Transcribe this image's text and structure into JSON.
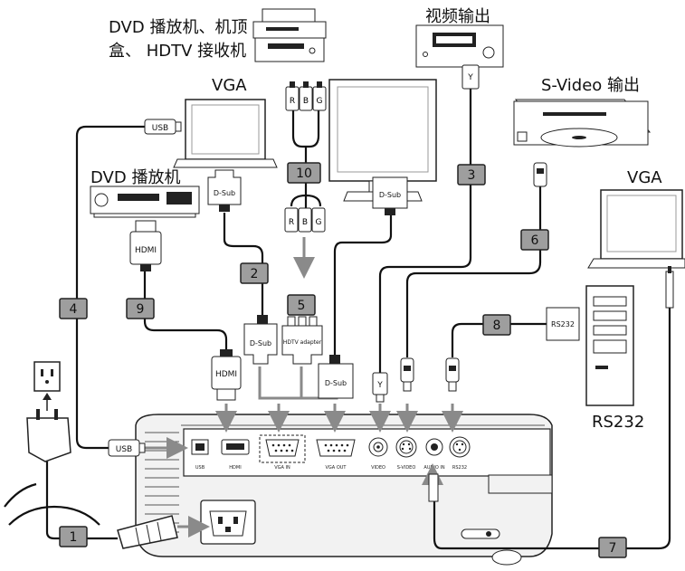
{
  "labels": {
    "dvd_stb_line1": "DVD 播放机、机顶",
    "dvd_stb_line2": "盒、 HDTV 接收机",
    "video_out": "视频输出",
    "vga_left": "VGA",
    "svideo_out": "S-Video 输出",
    "dvd_player": "DVD 播放机",
    "vga_right": "VGA",
    "rs232": "RS232"
  },
  "numbers": [
    "1",
    "2",
    "3",
    "4",
    "5",
    "6",
    "7",
    "8",
    "9",
    "10"
  ],
  "connectors": {
    "usb": "USB",
    "hdmi": "HDMI",
    "dsub": "D-Sub",
    "hdtv_adapter": "HDTV adapter",
    "rs232": "RS232",
    "rca": [
      "R",
      "B",
      "G"
    ],
    "y": "Y"
  },
  "ports": [
    "USB",
    "HDMI",
    "VGA IN",
    "VGA OUT",
    "VIDEO",
    "S-VIDEO",
    "AUDIO IN",
    "RS232"
  ]
}
